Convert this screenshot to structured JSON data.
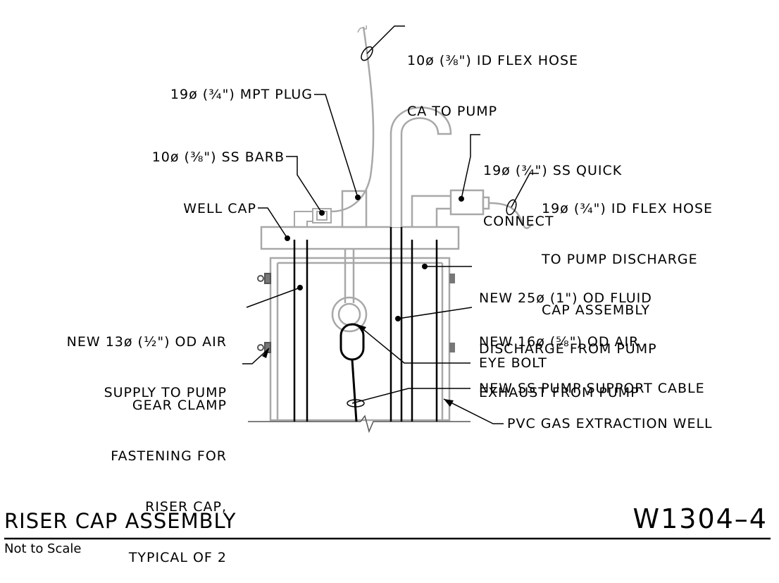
{
  "title": "RISER CAP ASSEMBLY",
  "drawing_number": "W1304–4",
  "scale_note": "Not to Scale",
  "labels": {
    "flex_hose_ca": [
      "10ø (⅜\") ID FLEX HOSE",
      "CA TO PUMP"
    ],
    "mpt_plug": "19ø (¾\") MPT PLUG",
    "ss_barb": "10ø (⅜\") SS BARB",
    "well_cap": "WELL CAP",
    "quick_connect": [
      "19ø (¾\") SS QUICK",
      "CONNECT"
    ],
    "flex_hose_discharge": [
      "19ø (¾\") ID FLEX HOSE",
      "TO PUMP DISCHARGE",
      "CAP ASSEMBLY"
    ],
    "fluid_discharge": [
      "NEW 25ø (1\") OD FLUID",
      "DISCHARGE FROM PUMP"
    ],
    "air_supply": [
      "NEW 13ø (½\") OD AIR",
      "SUPPLY TO PUMP"
    ],
    "air_exhaust": [
      "NEW 16ø (⅝\") OD AIR",
      "EXHAUST FROM PUMP"
    ],
    "eye_bolt": "EYE BOLT",
    "gear_clamp": [
      "GEAR CLAMP",
      "FASTENING FOR",
      "RISER CAP,",
      "TYPICAL OF 2"
    ],
    "support_cable": "NEW SS PUMP SUPPORT CABLE",
    "pvc_well": "PVC GAS EXTRACTION WELL"
  }
}
